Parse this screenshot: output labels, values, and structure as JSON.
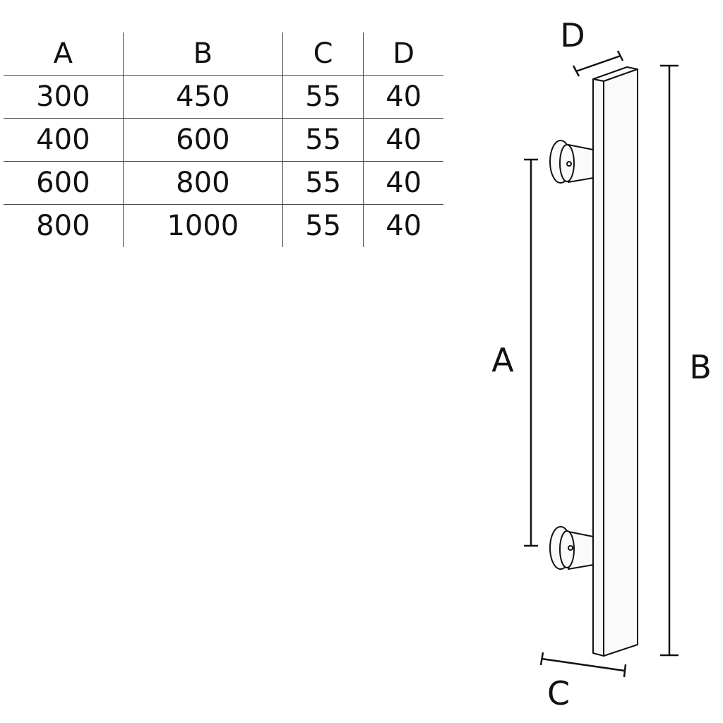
{
  "table": {
    "headers": [
      "A",
      "B",
      "C",
      "D"
    ],
    "rows": [
      [
        "300",
        "450",
        "55",
        "40"
      ],
      [
        "400",
        "600",
        "55",
        "40"
      ],
      [
        "600",
        "800",
        "55",
        "40"
      ],
      [
        "800",
        "1000",
        "55",
        "40"
      ]
    ]
  },
  "drawing": {
    "labels": {
      "a": "A",
      "b": "B",
      "c": "C",
      "d": "D"
    }
  }
}
